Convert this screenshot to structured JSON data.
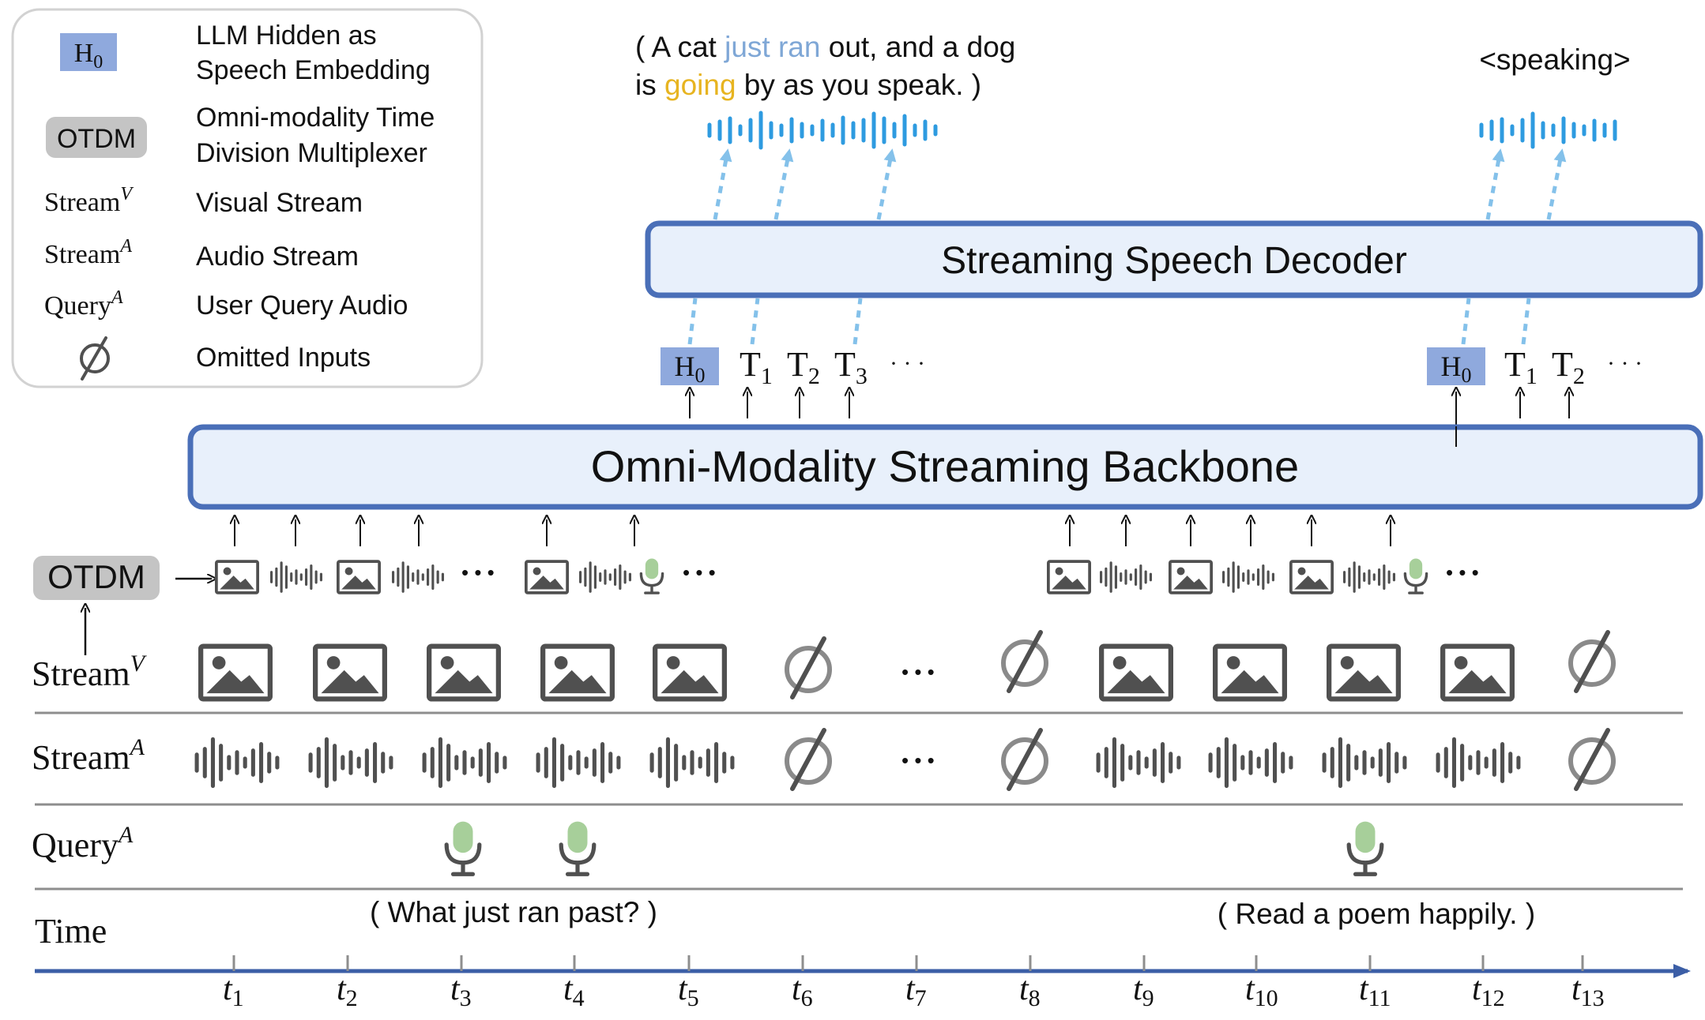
{
  "legend": {
    "h0": {
      "symbol": "H",
      "sub": "0",
      "text_line1": "LLM Hidden as",
      "text_line2": "Speech Embedding"
    },
    "otdm": {
      "symbol": "OTDM",
      "text_line1": "Omni-modality Time",
      "text_line2": "Division Multiplexer"
    },
    "stream_v": {
      "symbol": "Stream",
      "sup": "V",
      "text": "Visual Stream"
    },
    "stream_a": {
      "symbol": "Stream",
      "sup": "A",
      "text": "Audio Stream"
    },
    "query_a": {
      "symbol": "Query",
      "sup": "A",
      "text": "User Query Audio"
    },
    "omitted": {
      "text": "Omitted Inputs"
    }
  },
  "decoder": {
    "label": "Streaming Speech Decoder"
  },
  "backbone": {
    "label": "Omni-Modality Streaming Backbone"
  },
  "output_1": {
    "line1_pre": "( A cat ",
    "line1_hl": "just ran",
    "line1_post": " out, and a dog",
    "line2_pre": "is ",
    "line2_hl": "going",
    "line2_post": " by as you speak. )"
  },
  "output_2": {
    "text": "<speaking>"
  },
  "tokens_left": {
    "h": "H",
    "h_sub": "0",
    "t1": "T",
    "t1_sub": "1",
    "t2": "T",
    "t2_sub": "2",
    "t3": "T",
    "t3_sub": "3",
    "dots": "· · ·"
  },
  "tokens_right": {
    "h": "H",
    "h_sub": "0",
    "t1": "T",
    "t1_sub": "1",
    "t2": "T",
    "t2_sub": "2",
    "dots": "· · ·"
  },
  "otdm_main": {
    "label": "OTDM"
  },
  "rows": {
    "stream_v": {
      "name": "Stream",
      "sup": "V"
    },
    "stream_a": {
      "name": "Stream",
      "sup": "A"
    },
    "query_a": {
      "name": "Query",
      "sup": "A"
    },
    "time": {
      "name": "Time"
    }
  },
  "queries": {
    "q1": "( What just ran past? )",
    "q2": "( Read a poem happily. )"
  },
  "ticks": [
    {
      "t": "t",
      "sub": "1"
    },
    {
      "t": "t",
      "sub": "2"
    },
    {
      "t": "t",
      "sub": "3"
    },
    {
      "t": "t",
      "sub": "4"
    },
    {
      "t": "t",
      "sub": "5"
    },
    {
      "t": "t",
      "sub": "6"
    },
    {
      "t": "t",
      "sub": "7"
    },
    {
      "t": "t",
      "sub": "8"
    },
    {
      "t": "t",
      "sub": "9"
    },
    {
      "t": "t",
      "sub": "10"
    },
    {
      "t": "t",
      "sub": "11"
    },
    {
      "t": "t",
      "sub": "12"
    },
    {
      "t": "t",
      "sub": "13"
    }
  ],
  "dots": "• • •",
  "colors": {
    "box_fill": "#e8f0fb",
    "box_stroke": "#4a6fb8",
    "h0_fill": "#8fa9dd",
    "wave_blue": "#2e9be0",
    "dashed_arrow": "#84c1ea",
    "mic_green": "#a7cf9a",
    "icon_gray": "#505050",
    "omit_gray": "#8a8a8a",
    "otdm_fill": "#c4c4c4",
    "highlight_blue": "#7fa7d6",
    "highlight_yellow": "#e7b420",
    "axis_blue": "#3b5ea6",
    "rule_gray": "#8e8e8e",
    "legend_border": "#d2d2d2"
  }
}
